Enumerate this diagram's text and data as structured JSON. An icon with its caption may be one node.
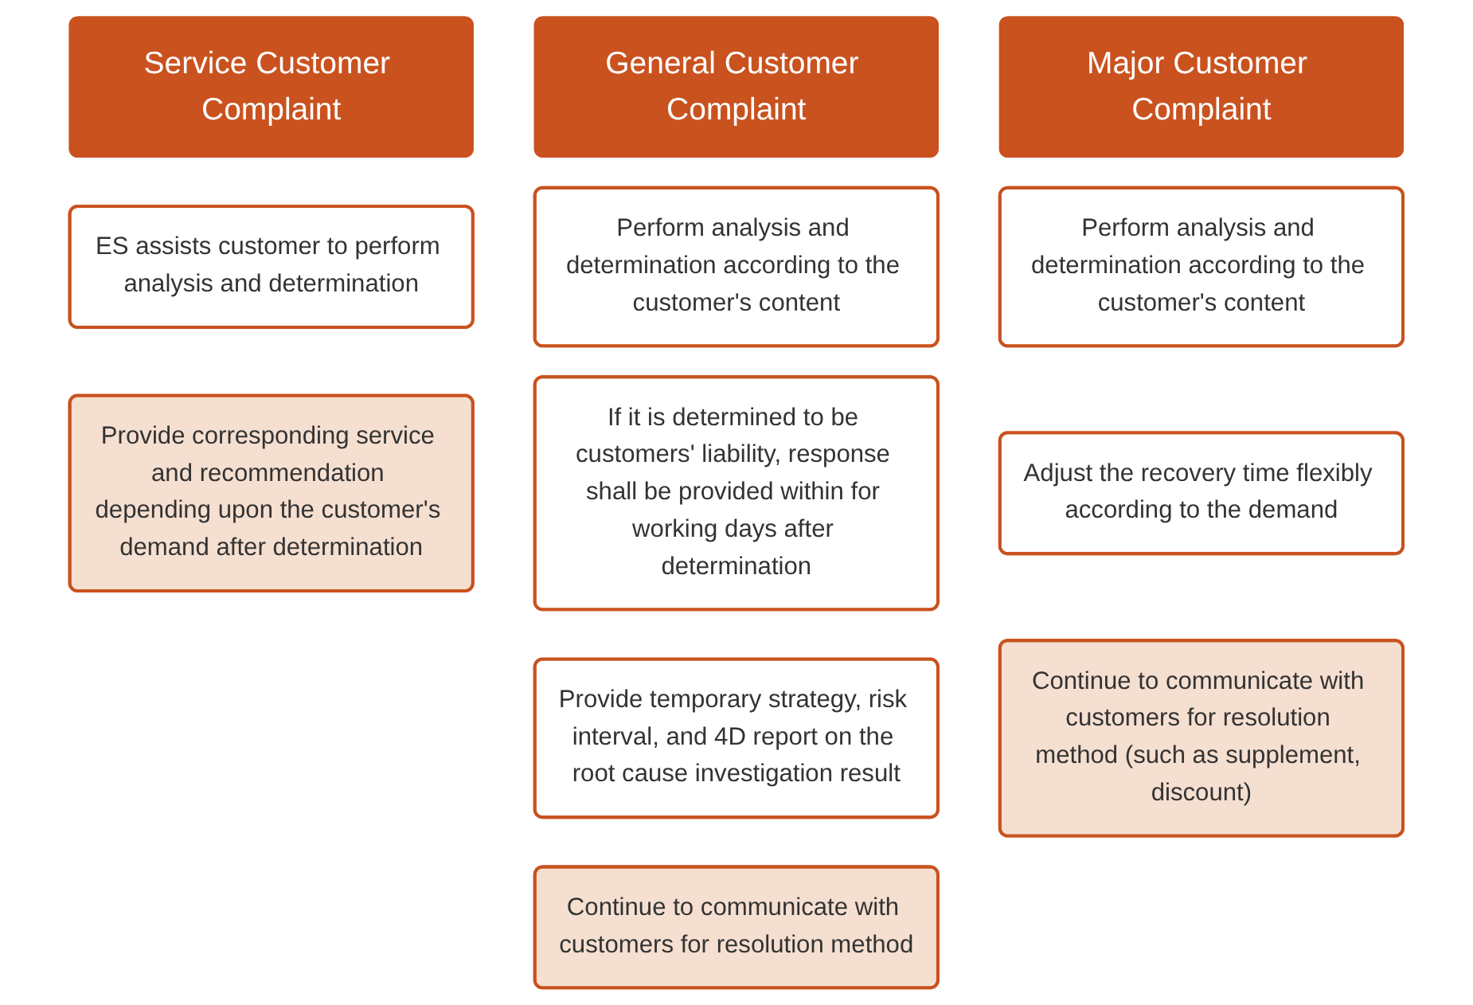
{
  "diagram": {
    "nodes": [
      {
        "text": [
          "Service Customer Complaint"
        ]
      },
      {
        "text": [
          "ES assists customer to perform analysis and determination"
        ]
      },
      {
        "text": [
          "Provide corresponding service and recommendation depending upon the customer's demand after determination"
        ]
      },
      {
        "text": [
          "General Customer Complaint"
        ]
      },
      {
        "text": [
          "Perform analysis and determination according to the customer's content"
        ]
      },
      {
        "text": [
          "If it is determined to be customers' liability, response shall be provided within for working days after determination"
        ]
      },
      {
        "text": [
          "Provide temporary strategy, risk interval, and 4D report on the root cause investigation result"
        ]
      },
      {
        "text": [
          "Continue to communicate with customers for resolution method"
        ]
      },
      {
        "text": [
          "Major Customer Complaint"
        ]
      },
      {
        "text": [
          "Perform analysis and determination according to the customer's content"
        ]
      },
      {
        "text": [
          "Adjust the recovery time flexibly according to the demand"
        ]
      },
      {
        "text": [
          "Continue to communicate with customers for resolution method (such as supplement, discount)"
        ]
      }
    ]
  }
}
